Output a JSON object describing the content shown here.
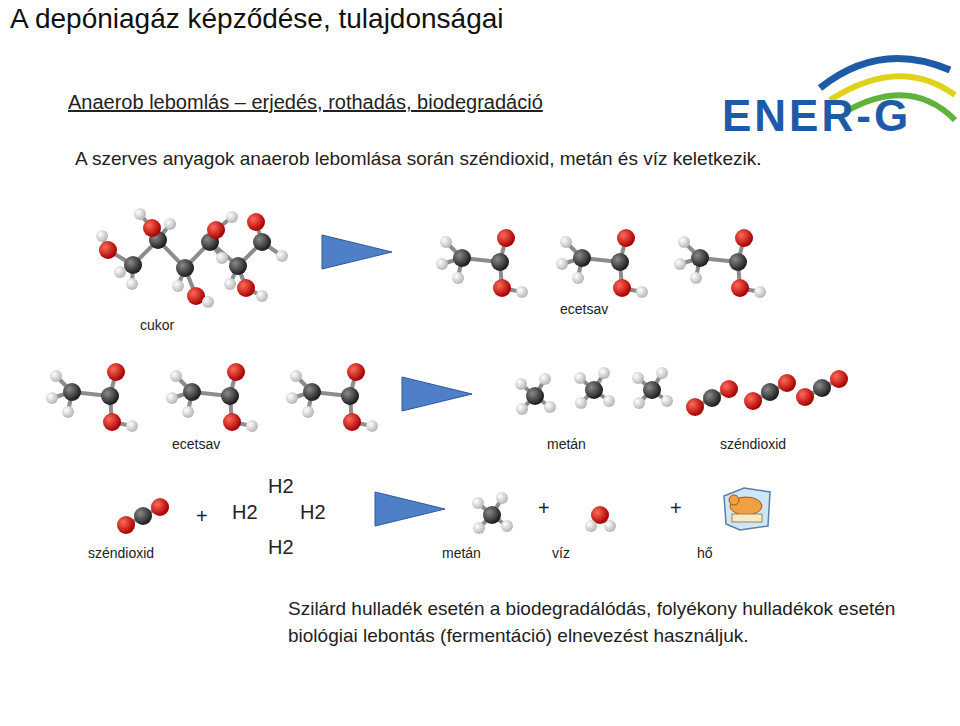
{
  "diagram": {
    "title": "A depóniagáz képződése, tulajdonságai",
    "labels": [
      "Anaerob lebomlás – erjedés, rothadás, biodegradáció",
      "A szerves anyagok anaerob lebomlása során széndioxid, metán és víz keletkezik.",
      "ENER-G",
      "cukor",
      "ecetsav",
      "ecetsav",
      "metán",
      "széndioxid",
      "H2",
      "+",
      "H2",
      "H2",
      "széndioxid",
      "H2",
      "metán",
      "+",
      "víz",
      "+",
      "hő",
      "Szilárd hulladék esetén a biodegradálódás, folyékony hulladékok esetén biológiai lebontás (fermentáció) elnevezést használjuk."
    ]
  }
}
